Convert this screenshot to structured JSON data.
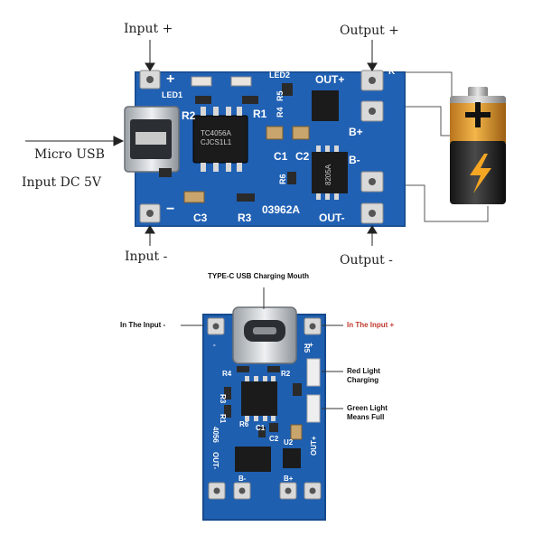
{
  "top_board": {
    "labels": {
      "input_plus": "Input +",
      "output_plus": "Output +",
      "micro_usb": "Micro USB",
      "input_dc": "Input DC 5V",
      "input_minus": "Input -",
      "output_minus": "Output -"
    },
    "silkscreen": {
      "led1": "LED1",
      "led2": "LED2",
      "r2": "R2",
      "r1": "R1",
      "r5": "R5",
      "r4": "R4",
      "r6": "R6",
      "r3": "R3",
      "c1": "C1",
      "c2": "C2",
      "c3": "C3",
      "out_plus": "OUT+",
      "out_minus": "OUT-",
      "b_plus": "B+",
      "b_minus": "B-",
      "code": "03962A",
      "ic_text_1": "TC4056A",
      "ic_text_2": "CJCS1L1",
      "mos_text": "8205A",
      "k": "K"
    }
  },
  "bottom_board": {
    "labels": {
      "typec": "TYPE-C USB Charging Mouth",
      "in_minus": "In The Input -",
      "in_plus": "In The Input +",
      "red_light": "Red Light\nCharging",
      "green_light": "Green Light\nMeans Full"
    },
    "silkscreen": {
      "left_minus": "-",
      "right_plus": "+",
      "r1": "R1",
      "r2": "R2",
      "r3": "R3",
      "r4": "R4",
      "r5": "R5",
      "r6": "R6",
      "c1": "C1",
      "c2": "C2",
      "u2": "U2",
      "chip_num": "4056",
      "out_minus": "OUT-",
      "out_plus": "OUT+",
      "b_minus": "B-",
      "b_plus": "B+"
    }
  },
  "colors": {
    "pcb": "#1f5fb0",
    "label_red": "#c0392b"
  }
}
